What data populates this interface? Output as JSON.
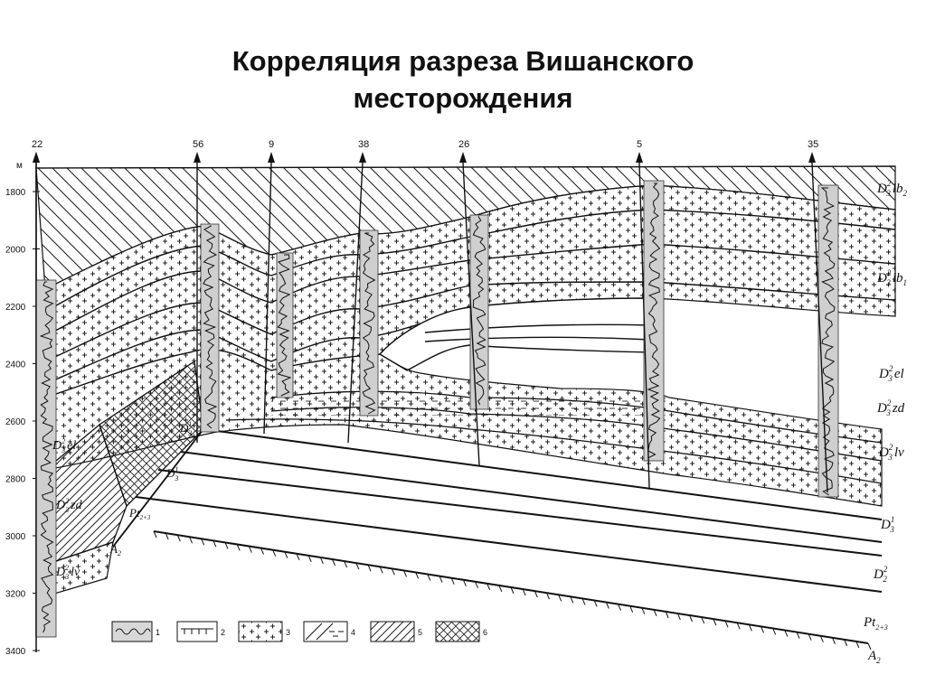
{
  "title": {
    "line1": "Корреляция разреза Вишанского",
    "line2": "месторождения"
  },
  "depth_axis": {
    "unit": "м",
    "ticks": [
      "1800",
      "2000",
      "2200",
      "2400",
      "2600",
      "2800",
      "3000",
      "3200",
      "3400"
    ]
  },
  "wells": [
    "22",
    "56",
    "9",
    "38",
    "26",
    "5",
    "35"
  ],
  "strata_labels_right": [
    {
      "main": "D",
      "sub": "3",
      "sup": "2",
      "suffix": "lb",
      "suffix_sub": "2"
    },
    {
      "main": "D",
      "sub": "3",
      "sup": "2",
      "suffix": "lb",
      "suffix_sub": "1"
    },
    {
      "main": "D",
      "sub": "3",
      "sup": "2",
      "suffix": "el",
      "suffix_sub": ""
    },
    {
      "main": "D",
      "sub": "3",
      "sup": "2",
      "suffix": "zd",
      "suffix_sub": ""
    },
    {
      "main": "D",
      "sub": "3",
      "sup": "2",
      "suffix": "lv",
      "suffix_sub": ""
    },
    {
      "main": "D",
      "sub": "3",
      "sup": "1",
      "suffix": "",
      "suffix_sub": ""
    },
    {
      "main": "D",
      "sub": "2",
      "sup": "2",
      "suffix": "",
      "suffix_sub": ""
    },
    {
      "main": "Pt",
      "sub": "2+3",
      "sup": "",
      "suffix": "",
      "suffix_sub": ""
    },
    {
      "main": "A",
      "sub": "2",
      "sup": "",
      "suffix": "",
      "suffix_sub": ""
    }
  ],
  "strata_labels_left": [
    {
      "main": "D",
      "sub": "3",
      "sup": "2",
      "suffix": "el"
    },
    {
      "main": "D",
      "sub": "3",
      "sup": "2",
      "suffix": "zd"
    },
    {
      "main": "D",
      "sub": "3",
      "sup": "2",
      "suffix": "lv"
    },
    {
      "main": "D",
      "sub": "3",
      "sup": "1",
      "suffix": ""
    },
    {
      "main": "D",
      "sub": "3",
      "sup": "1",
      "suffix": ""
    },
    {
      "main": "Pt",
      "sub": "2+3",
      "sup": "",
      "suffix": ""
    },
    {
      "main": "A",
      "sub": "2",
      "sup": "",
      "suffix": ""
    }
  ],
  "legend": [
    "1",
    "2",
    "3",
    "4",
    "5",
    "6"
  ]
}
